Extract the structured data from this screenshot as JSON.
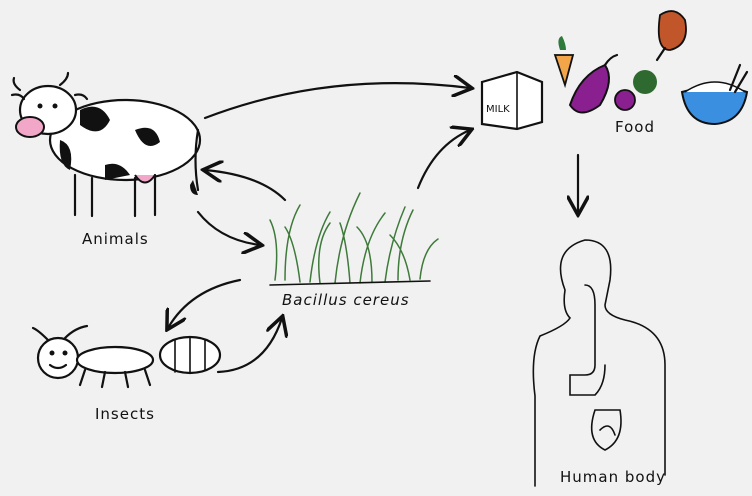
{
  "diagram": {
    "nodes": {
      "animals": {
        "label": "Animals"
      },
      "bacillus": {
        "label": "Bacillus cereus"
      },
      "insects": {
        "label": "Insects"
      },
      "food": {
        "label": "Food",
        "milk_label": "MILK"
      },
      "human": {
        "label": "Human body"
      }
    },
    "edges": [
      {
        "from": "animals",
        "to": "food"
      },
      {
        "from": "animals",
        "to": "bacillus"
      },
      {
        "from": "bacillus",
        "to": "animals"
      },
      {
        "from": "bacillus",
        "to": "insects"
      },
      {
        "from": "insects",
        "to": "bacillus"
      },
      {
        "from": "bacillus",
        "to": "food"
      },
      {
        "from": "food",
        "to": "human"
      }
    ],
    "colors": {
      "ink": "#111111",
      "grass": "#3e7a3a",
      "eggplant": "#8a1f8f",
      "carrot": "#f3a54a",
      "bowl": "#3a8fe0",
      "meat": "#c0562a",
      "udder": "#f2a6c8"
    }
  }
}
